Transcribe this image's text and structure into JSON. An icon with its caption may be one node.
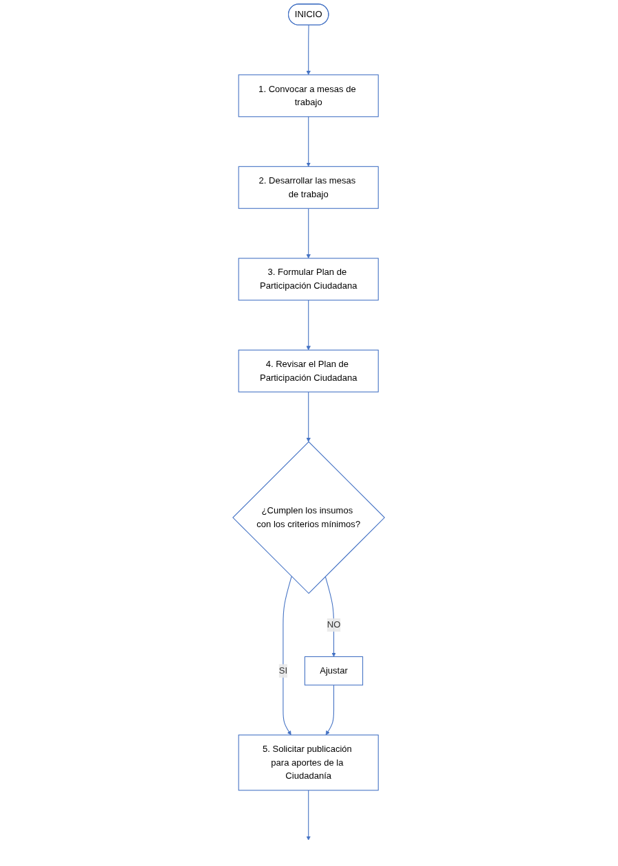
{
  "diagram": {
    "nodes": [
      {
        "text": [
          "INICIO"
        ]
      },
      {
        "text": [
          "1. Convocar a mesas de trabajo"
        ]
      },
      {
        "text": [
          "2. Desarrollar las mesas de trabajo"
        ]
      },
      {
        "text": [
          "3. Formular Plan de Participación Ciudadana"
        ]
      },
      {
        "text": [
          "4. Revisar el Plan de Participación Ciudadana"
        ]
      },
      {
        "text": [
          "¿Cumplen los insumos con los criterios mínimos?"
        ]
      },
      {
        "text": [
          "Ajustar"
        ]
      },
      {
        "text": [
          "5. Solicitar publicación para aportes de la Ciudadanía"
        ]
      }
    ],
    "edges": [
      {
        "from": 0,
        "to": 1,
        "arrow": "to"
      },
      {
        "from": 1,
        "to": 2,
        "arrow": "to"
      },
      {
        "from": 2,
        "to": 3,
        "arrow": "to"
      },
      {
        "from": 3,
        "to": 4,
        "arrow": "to"
      },
      {
        "from": 4,
        "to": 5,
        "arrow": "to"
      },
      {
        "from": 5,
        "to": 6,
        "label": "NO",
        "arrow": "to"
      },
      {
        "from": 5,
        "to": 7,
        "label": "SI",
        "arrow": "to"
      },
      {
        "from": 6,
        "to": 7,
        "arrow": "to"
      },
      {
        "from": 7,
        "to": null,
        "arrow": "to"
      }
    ]
  }
}
